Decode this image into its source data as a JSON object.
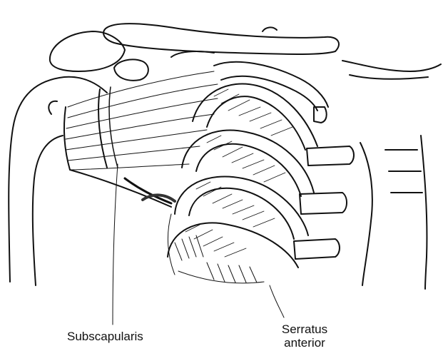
{
  "figure": {
    "labels": {
      "subscapularis": "Subscapularis",
      "serratus_line1": "Serratus",
      "serratus_line2": "anterior"
    },
    "colors": {
      "ink": "#111111",
      "paper": "#ffffff",
      "shade": "#333333"
    }
  }
}
